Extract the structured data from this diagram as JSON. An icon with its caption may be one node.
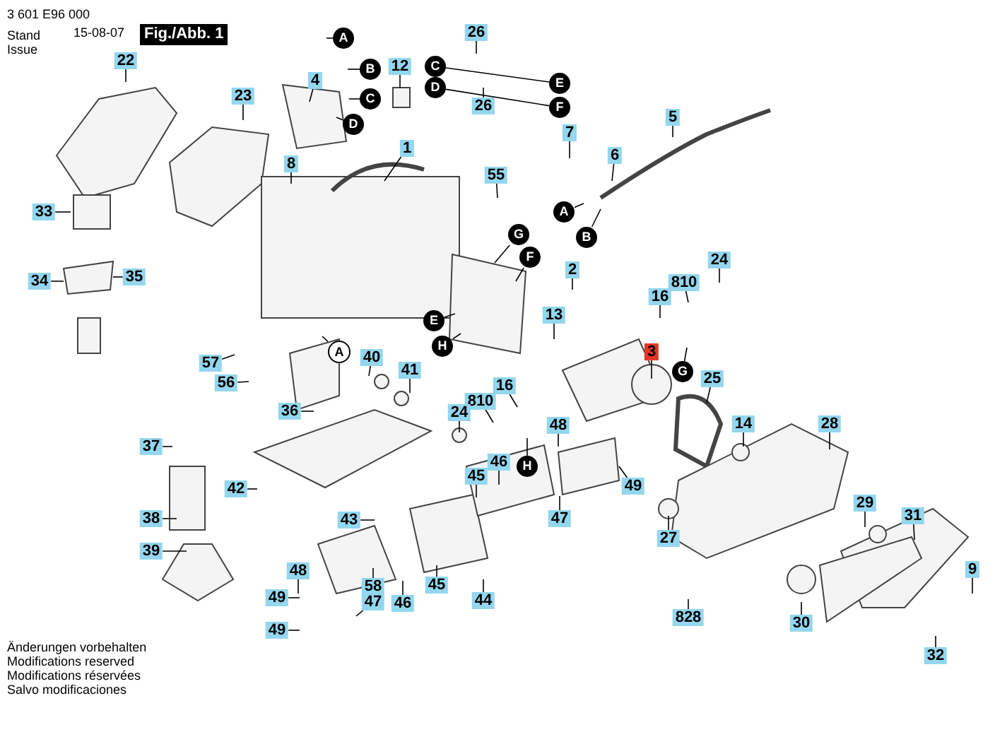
{
  "diagram": {
    "nodes": [
      {
        "text": [
          "22"
        ]
      },
      {
        "text": [
          "26"
        ]
      },
      {
        "text": [
          "12"
        ]
      },
      {
        "text": [
          "4"
        ]
      },
      {
        "text": [
          "23"
        ]
      },
      {
        "text": [
          "26"
        ]
      },
      {
        "text": [
          "5"
        ]
      },
      {
        "text": [
          "7"
        ]
      },
      {
        "text": [
          "1"
        ]
      },
      {
        "text": [
          "6"
        ]
      },
      {
        "text": [
          "8"
        ]
      },
      {
        "text": [
          "55"
        ]
      },
      {
        "text": [
          "33"
        ]
      },
      {
        "text": [
          "2"
        ]
      },
      {
        "text": [
          "24"
        ]
      },
      {
        "text": [
          "34"
        ]
      },
      {
        "text": [
          "35"
        ]
      },
      {
        "text": [
          "810"
        ]
      },
      {
        "text": [
          "16"
        ]
      },
      {
        "text": [
          "13"
        ]
      },
      {
        "text": [
          "3"
        ]
      },
      {
        "text": [
          "40"
        ]
      },
      {
        "text": [
          "57"
        ]
      },
      {
        "text": [
          "41"
        ]
      },
      {
        "text": [
          "25"
        ]
      },
      {
        "text": [
          "56"
        ]
      },
      {
        "text": [
          "16"
        ]
      },
      {
        "text": [
          "810"
        ]
      },
      {
        "text": [
          "24"
        ]
      },
      {
        "text": [
          "36"
        ]
      },
      {
        "text": [
          "14"
        ]
      },
      {
        "text": [
          "28"
        ]
      },
      {
        "text": [
          "48"
        ]
      },
      {
        "text": [
          "37"
        ]
      },
      {
        "text": [
          "46"
        ]
      },
      {
        "text": [
          "45"
        ]
      },
      {
        "text": [
          "49"
        ]
      },
      {
        "text": [
          "42"
        ]
      },
      {
        "text": [
          "29"
        ]
      },
      {
        "text": [
          "31"
        ]
      },
      {
        "text": [
          "47"
        ]
      },
      {
        "text": [
          "38"
        ]
      },
      {
        "text": [
          "43"
        ]
      },
      {
        "text": [
          "27"
        ]
      },
      {
        "text": [
          "39"
        ]
      },
      {
        "text": [
          "9"
        ]
      },
      {
        "text": [
          "48"
        ]
      },
      {
        "text": [
          "45"
        ]
      },
      {
        "text": [
          "58"
        ]
      },
      {
        "text": [
          "49"
        ]
      },
      {
        "text": [
          "46"
        ]
      },
      {
        "text": [
          "47"
        ]
      },
      {
        "text": [
          "44"
        ]
      },
      {
        "text": [
          "828"
        ]
      },
      {
        "text": [
          "30"
        ]
      },
      {
        "text": [
          "49"
        ]
      },
      {
        "text": [
          "32"
        ]
      },
      {
        "text": [
          "A"
        ]
      },
      {
        "text": [
          "B"
        ]
      },
      {
        "text": [
          "C"
        ]
      },
      {
        "text": [
          "D"
        ]
      },
      {
        "text": [
          "C"
        ]
      },
      {
        "text": [
          "D"
        ]
      },
      {
        "text": [
          "E"
        ]
      },
      {
        "text": [
          "F"
        ]
      },
      {
        "text": [
          "A"
        ]
      },
      {
        "text": [
          "B"
        ]
      },
      {
        "text": [
          "G"
        ]
      },
      {
        "text": [
          "F"
        ]
      },
      {
        "text": [
          "E"
        ]
      },
      {
        "text": [
          "H"
        ]
      },
      {
        "text": [
          "A"
        ]
      },
      {
        "text": [
          "G"
        ]
      },
      {
        "text": [
          "H"
        ]
      }
    ],
    "edges": [
      {
        "from": 0,
        "to": null,
        "arrow": "none"
      },
      {
        "from": 1,
        "to": null,
        "arrow": "none"
      },
      {
        "from": 2,
        "to": null,
        "arrow": "none"
      },
      {
        "from": 3,
        "to": null,
        "arrow": "none"
      },
      {
        "from": 4,
        "to": null,
        "arrow": "none"
      },
      {
        "from": 5,
        "to": null,
        "arrow": "none"
      },
      {
        "from": 6,
        "to": null,
        "arrow": "none"
      },
      {
        "from": 7,
        "to": null,
        "arrow": "none"
      },
      {
        "from": 8,
        "to": null,
        "arrow": "none"
      },
      {
        "from": 9,
        "to": null,
        "arrow": "none"
      },
      {
        "from": 10,
        "to": null,
        "arrow": "none"
      },
      {
        "from": 11,
        "to": null,
        "arrow": "none"
      },
      {
        "from": 12,
        "to": null,
        "arrow": "none"
      },
      {
        "from": 13,
        "to": null,
        "arrow": "none"
      },
      {
        "from": 14,
        "to": null,
        "arrow": "none"
      },
      {
        "from": 15,
        "to": null,
        "arrow": "none"
      },
      {
        "from": 16,
        "to": null,
        "arrow": "none"
      },
      {
        "from": 17,
        "to": null,
        "arrow": "none"
      },
      {
        "from": 18,
        "to": null,
        "arrow": "none"
      },
      {
        "from": 19,
        "to": null,
        "arrow": "none"
      },
      {
        "from": 20,
        "to": null,
        "arrow": "none"
      },
      {
        "from": 21,
        "to": null,
        "arrow": "none"
      },
      {
        "from": 22,
        "to": null,
        "arrow": "none"
      },
      {
        "from": 23,
        "to": null,
        "arrow": "none"
      },
      {
        "from": 24,
        "to": null,
        "arrow": "none"
      },
      {
        "from": 25,
        "to": null,
        "arrow": "none"
      },
      {
        "from": 26,
        "to": null,
        "arrow": "none"
      },
      {
        "from": 27,
        "to": null,
        "arrow": "none"
      },
      {
        "from": 28,
        "to": null,
        "arrow": "none"
      },
      {
        "from": 29,
        "to": null,
        "arrow": "none"
      },
      {
        "from": 30,
        "to": null,
        "arrow": "none"
      },
      {
        "from": 31,
        "to": null,
        "arrow": "none"
      },
      {
        "from": 32,
        "to": null,
        "arrow": "none"
      },
      {
        "from": 33,
        "to": null,
        "arrow": "none"
      },
      {
        "from": 34,
        "to": null,
        "arrow": "none"
      },
      {
        "from": 35,
        "to": null,
        "arrow": "none"
      },
      {
        "from": 36,
        "to": null,
        "arrow": "none"
      },
      {
        "from": 37,
        "to": null,
        "arrow": "none"
      },
      {
        "from": 38,
        "to": null,
        "arrow": "none"
      },
      {
        "from": 39,
        "to": null,
        "arrow": "none"
      },
      {
        "from": 40,
        "to": null,
        "arrow": "none"
      },
      {
        "from": 41,
        "to": null,
        "arrow": "none"
      },
      {
        "from": 42,
        "to": null,
        "arrow": "none"
      },
      {
        "from": 43,
        "to": null,
        "arrow": "none"
      },
      {
        "from": 44,
        "to": null,
        "arrow": "none"
      },
      {
        "from": 45,
        "to": null,
        "arrow": "none"
      },
      {
        "from": 46,
        "to": null,
        "arrow": "none"
      },
      {
        "from": 47,
        "to": null,
        "arrow": "none"
      },
      {
        "from": 48,
        "to": null,
        "arrow": "none"
      },
      {
        "from": 49,
        "to": null,
        "arrow": "none"
      },
      {
        "from": 50,
        "to": null,
        "arrow": "none"
      },
      {
        "from": 51,
        "to": null,
        "arrow": "none"
      },
      {
        "from": 52,
        "to": null,
        "arrow": "none"
      },
      {
        "from": 53,
        "to": null,
        "arrow": "none"
      },
      {
        "from": 54,
        "to": null,
        "arrow": "none"
      },
      {
        "from": 55,
        "to": null,
        "arrow": "none"
      },
      {
        "from": 56,
        "to": null,
        "arrow": "none"
      },
      {
        "from": 57,
        "to": null,
        "arrow": "none"
      },
      {
        "from": 58,
        "to": null,
        "arrow": "none"
      },
      {
        "from": 59,
        "to": null,
        "arrow": "none"
      },
      {
        "from": 60,
        "to": null,
        "arrow": "none"
      },
      {
        "from": 61,
        "to": 63,
        "arrow": "none"
      },
      {
        "from": 62,
        "to": 64,
        "arrow": "none"
      },
      {
        "from": 65,
        "to": null,
        "arrow": "none"
      },
      {
        "from": 66,
        "to": null,
        "arrow": "none"
      },
      {
        "from": 67,
        "to": null,
        "arrow": "none"
      },
      {
        "from": 68,
        "to": null,
        "arrow": "none"
      },
      {
        "from": 69,
        "to": null,
        "arrow": "none"
      },
      {
        "from": 70,
        "to": null,
        "arrow": "none"
      },
      {
        "from": 71,
        "to": null,
        "arrow": "none"
      },
      {
        "from": 72,
        "to": null,
        "arrow": "none"
      },
      {
        "from": 73,
        "to": null,
        "arrow": "none"
      }
    ],
    "labels": [
      "3 601 E96 000",
      "Stand Issue",
      "15-08-07",
      "Fig./Abb. 1",
      "Änderungen vorbehalten",
      "Modifications reserved",
      "Modifications réservées",
      "Salvo modificaciones"
    ]
  }
}
